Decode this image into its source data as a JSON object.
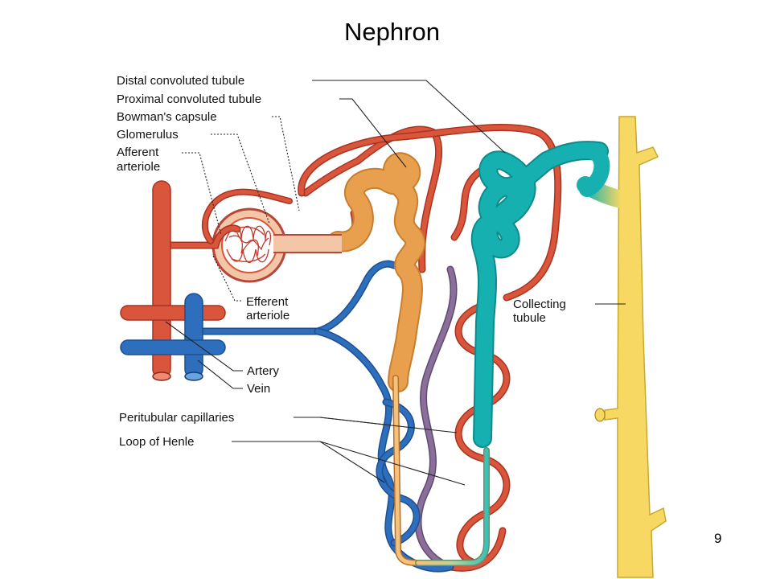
{
  "slide": {
    "title": "Nephron",
    "page_number": "9"
  },
  "labels": {
    "distal": "Distal convoluted tubule",
    "proximal": "Proximal convoluted tubule",
    "bowman": "Bowman's capsule",
    "glomerulus": "Glomerulus",
    "afferent_1": "Afferent",
    "afferent_2": "arteriole",
    "efferent_1": "Efferent",
    "efferent_2": "arteriole",
    "collecting_1": "Collecting",
    "collecting_2": "tubule",
    "artery": "Artery",
    "vein": "Vein",
    "peritubular": "Peritubular capillaries",
    "henle": "Loop of Henle"
  },
  "colors": {
    "artery": "#d9553c",
    "artery_dark": "#a83420",
    "vein": "#2e6fbd",
    "proximal": "#e9a04e",
    "distal": "#17b0b0",
    "collecting": "#f6d862",
    "peritubular_mixed": "#8b6f9a"
  }
}
